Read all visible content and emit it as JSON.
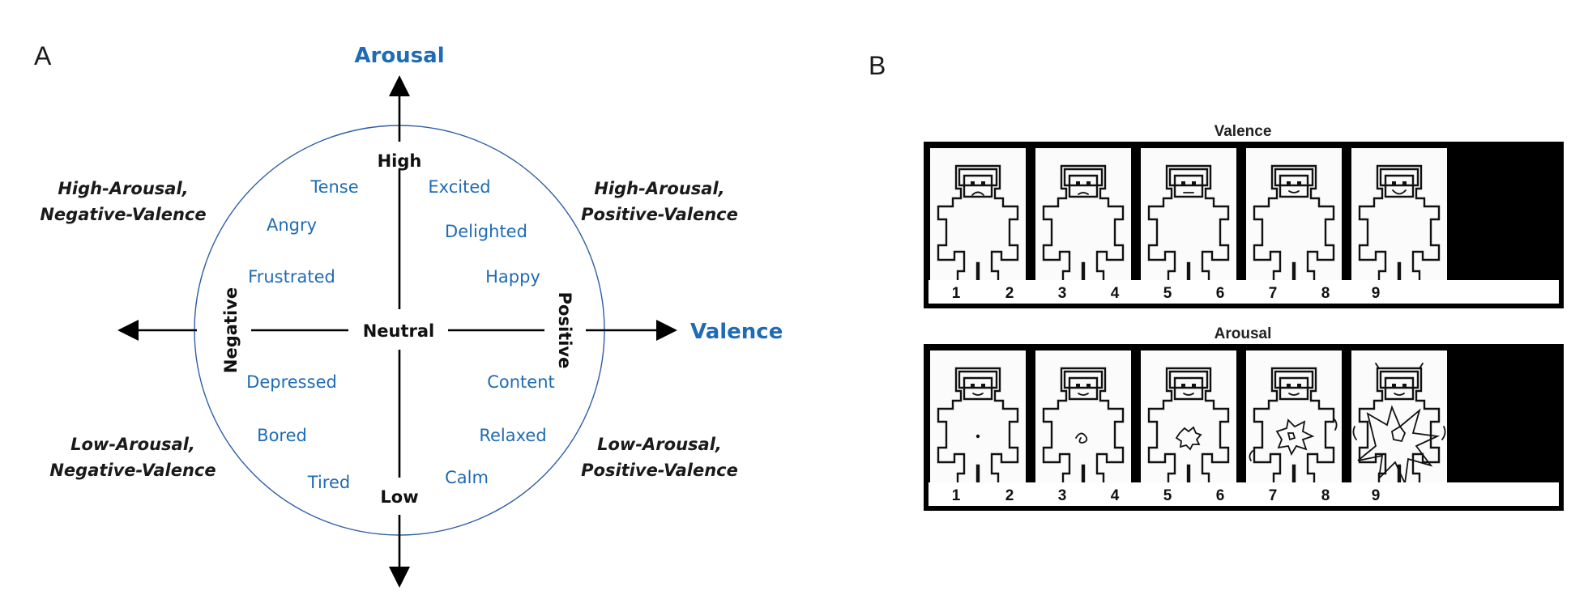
{
  "panel_a": {
    "label": "A",
    "y_axis_label": "Arousal",
    "x_axis_label": "Valence",
    "poles": {
      "high": "High",
      "low": "Low",
      "negative": "Negative",
      "positive": "Positive",
      "neutral": "Neutral"
    },
    "emotions": {
      "tense": "Tense",
      "excited": "Excited",
      "angry": "Angry",
      "delighted": "Delighted",
      "frustrated": "Frustrated",
      "happy": "Happy",
      "depressed": "Depressed",
      "content": "Content",
      "bored": "Bored",
      "relaxed": "Relaxed",
      "tired": "Tired",
      "calm": "Calm"
    },
    "quadrants": {
      "top_left": [
        "High-Arousal,",
        "Negative-Valence"
      ],
      "top_right": [
        "High-Arousal,",
        "Positive-Valence"
      ],
      "bottom_left": [
        "Low-Arousal,",
        "Negative-Valence"
      ],
      "bottom_right": [
        "Low-Arousal,",
        "Positive-Valence"
      ]
    },
    "colors": {
      "accent": "#1f6bb5",
      "ink": "#111111"
    }
  },
  "panel_b": {
    "label": "B",
    "valence_title": "Valence",
    "arousal_title": "Arousal",
    "scale_numbers": [
      "1",
      "2",
      "3",
      "4",
      "5",
      "6",
      "7",
      "8",
      "9"
    ],
    "valence_faces": [
      "frown",
      "slight-frown",
      "neutral",
      "slight-smile",
      "smile"
    ],
    "arousal_levels": [
      "dot",
      "small-swirl",
      "blob",
      "burst",
      "explosion"
    ]
  }
}
